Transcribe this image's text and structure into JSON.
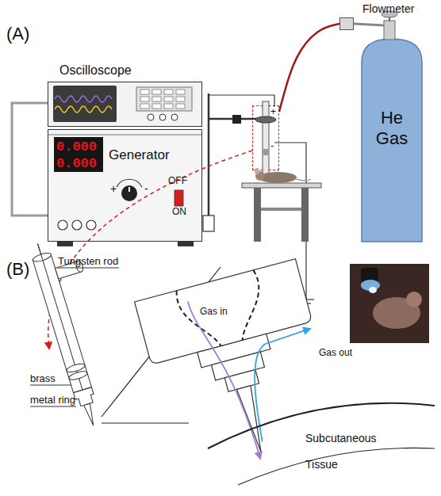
{
  "diagram": {
    "nodes": [
      {
        "text": [
          "Oscilloscope"
        ]
      },
      {
        "text": [
          "Flowmeter"
        ]
      },
      {
        "text": [
          "He Gas"
        ]
      },
      {
        "text": [
          "0.000",
          "0.000",
          "Generator",
          "+",
          "-",
          "OFF",
          "ON"
        ]
      },
      {
        "text": [
          "+",
          "-"
        ]
      }
    ],
    "edges": [
      {
        "from": 0,
        "to": 3,
        "arrow": "none"
      },
      {
        "from": 1,
        "to": 4,
        "arrow": "none"
      }
    ],
    "labels": [
      "(A)",
      "(B)",
      "Tungsten rod",
      "brass",
      "metal ring",
      "Gas in",
      "Gas out",
      "Subcutaneous",
      "Tissue"
    ]
  }
}
